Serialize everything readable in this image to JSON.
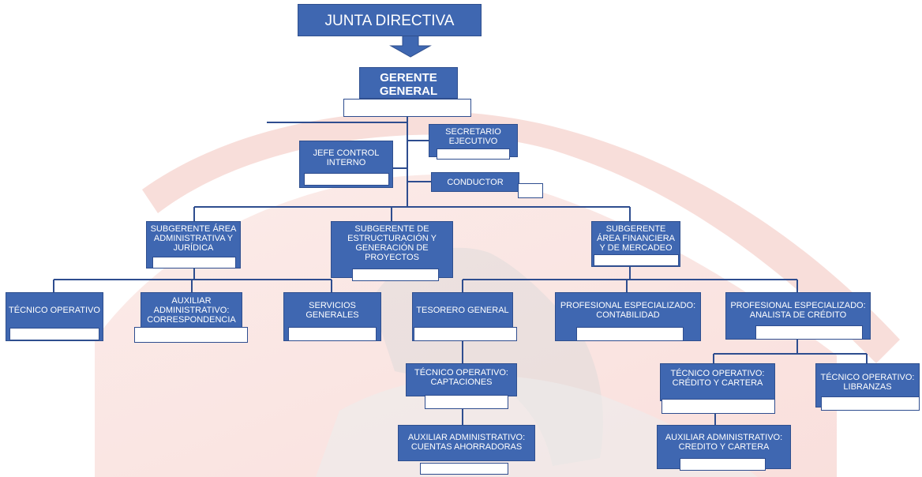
{
  "board": {
    "label": "JUNTA DIRECTIVA"
  },
  "general_manager": {
    "label": "GERENTE GENERAL"
  },
  "staff": {
    "secretary": "SECRETARIO EJECUTIVO",
    "internal_control": "JEFE CONTROL INTERNO",
    "driver": "CONDUCTOR"
  },
  "subgerencias": {
    "admin": "SUBGERENTE ÁREA ADMINISTRATIVA Y JURÍDICA",
    "projects": "SUBGERENTE DE ESTRUCTURACIÓN Y GENERACIÓN DE PROYECTOS",
    "finance": "SUBGERENTE ÁREA FINANCIERA Y DE MERCADEO"
  },
  "admin_units": {
    "tech_operator": "TÉCNICO OPERATIVO",
    "aux_correspondence": "AUXILIAR ADMINISTRATIVO: CORRESPONDENCIA",
    "general_services": "SERVICIOS GENERALES"
  },
  "finance_units": {
    "treasurer": "TESORERO GENERAL",
    "accounting": "PROFESIONAL ESPECIALIZADO: CONTABILIDAD",
    "credit_analyst": "PROFESIONAL ESPECIALIZADO: ANALISTA DE CRÉDITO"
  },
  "treasury_units": {
    "captaciones": "TÉCNICO OPERATIVO: CAPTACIONES",
    "savings_accounts": "AUXILIAR ADMINISTRATIVO: CUENTAS AHORRADORAS"
  },
  "credit_units": {
    "credit_portfolio": "TÉCNICO OPERATIVO: CRÉDITO Y CARTERA",
    "payroll_loans": "TÉCNICO OPERATIVO: LIBRANZAS",
    "aux_credit_portfolio": "AUXILIAR ADMINISTRATIVO: CREDITO Y CARTERA"
  },
  "colors": {
    "box": "#3f67b1",
    "line": "#2e4d8f",
    "watermark_red": "#e8473a"
  }
}
